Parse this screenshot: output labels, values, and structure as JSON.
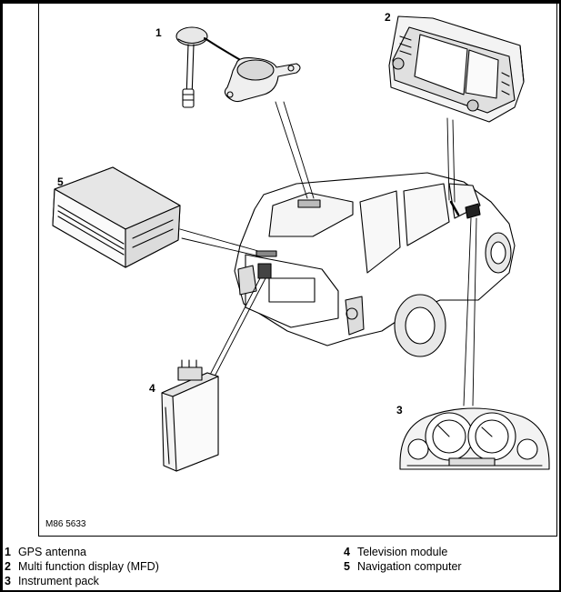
{
  "callouts": [
    "1",
    "2",
    "3",
    "4",
    "5"
  ],
  "figure_ref": "M86 5633",
  "legend": [
    {
      "num": "1",
      "label": "GPS antenna"
    },
    {
      "num": "2",
      "label": "Multi function display (MFD)"
    },
    {
      "num": "3",
      "label": "Instrument pack"
    },
    {
      "num": "4",
      "label": "Television module"
    },
    {
      "num": "5",
      "label": "Navigation computer"
    }
  ]
}
